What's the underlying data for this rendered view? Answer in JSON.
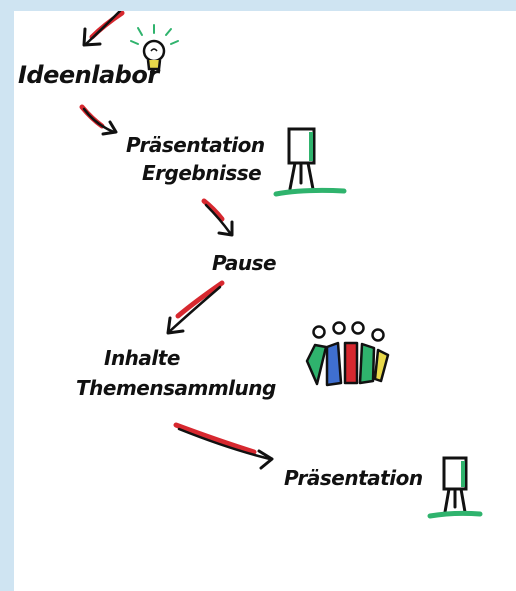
{
  "steps": {
    "ideenlabor": "Ideenlabor",
    "praesentation_ergebnisse_1": "Präsentation",
    "praesentation_ergebnisse_2": "Ergebnisse",
    "pause": "Pause",
    "inhalte_1": "Inhalte",
    "inhalte_2": "Themensammlung",
    "praesentation": "Präsentation"
  },
  "colors": {
    "frame": "#cfe4f2",
    "arrow_red": "#d7282f",
    "ink": "#111111",
    "green": "#2fb36d",
    "blue": "#3f6fd0",
    "yellow": "#e8d84a"
  },
  "icons": [
    "lightbulb-icon",
    "flipchart-icon",
    "people-group-icon",
    "flipchart-icon"
  ]
}
